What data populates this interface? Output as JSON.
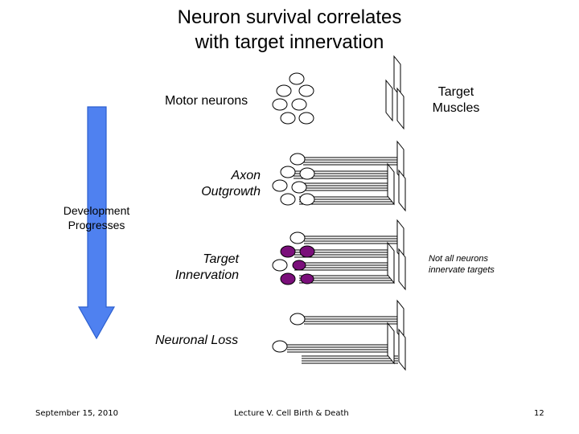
{
  "title_line1": "Neuron survival correlates",
  "title_line2": "with target innervation",
  "labels": {
    "motor_neurons": "Motor neurons",
    "target_muscles_1": "Target",
    "target_muscles_2": "Muscles",
    "axon_outgrowth_1": "Axon",
    "axon_outgrowth_2": "Outgrowth",
    "development_1": "Development",
    "development_2": "Progresses",
    "target_innervation_1": "Target",
    "target_innervation_2": "Innervation",
    "not_all_1": "Not all neurons",
    "not_all_2": "innervate targets",
    "neuronal_loss": "Neuronal Loss"
  },
  "footer": {
    "date": "September 15, 2010",
    "lecture": "Lecture V. Cell Birth & Death",
    "page": "12"
  },
  "colors": {
    "arrow_fill": "#4f81f0",
    "arrow_stroke": "#2c5fcf",
    "innervated_neuron": "#7a0f7a",
    "line": "#000000"
  }
}
